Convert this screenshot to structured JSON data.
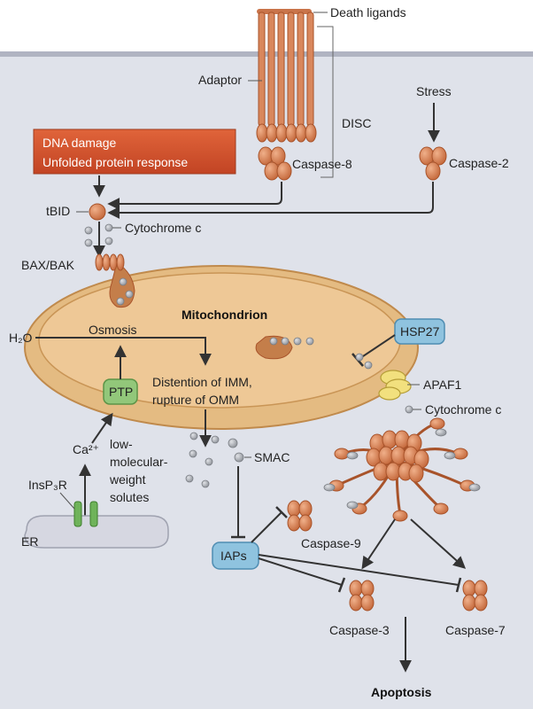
{
  "labels": {
    "death_ligands": "Death ligands",
    "adaptor": "Adaptor",
    "disc": "DISC",
    "stress": "Stress",
    "caspase8": "Caspase-8",
    "caspase2": "Caspase-2",
    "dna_damage": "DNA damage",
    "unfolded_protein": "Unfolded protein response",
    "tbid": "tBID",
    "cytochrome_c_top": "Cytochrome c",
    "bax_bak": "BAX/BAK",
    "mitochondrion": "Mitochondrion",
    "h2o": "H₂O",
    "osmosis": "Osmosis",
    "distention_1": "Distention of IMM,",
    "distention_2": "rupture of OMM",
    "ptp": "PTP",
    "hsp27": "HSP27",
    "apaf1": "APAF1",
    "cytochrome_c_right": "Cytochrome c",
    "ca2": "Ca²⁺",
    "lmw_1": "low-",
    "lmw_2": "molecular-",
    "lmw_3": "weight",
    "lmw_4": "solutes",
    "smac": "SMAC",
    "insp3r": "InsP₃R",
    "er": "ER",
    "caspase9": "Caspase-9",
    "iaps": "IAPs",
    "caspase3": "Caspase-3",
    "caspase7": "Caspase-7",
    "apoptosis": "Apoptosis"
  },
  "colors": {
    "cell_interior": "#dfe2ea",
    "membrane": "#b0b4c2",
    "mitochondrion": "#e4bb82",
    "mito_outline": "#c08a4c",
    "protein": "#d77f4f",
    "protein_dark": "#a8532a",
    "damage_box": "#d8532e",
    "ptp_green": "#92c77a",
    "blue_box": "#8fc3df",
    "grey_dot": "#a4a8ae",
    "apaf1_yellow": "#f2e07e",
    "er": "#d6d7e1",
    "arrow": "#333333"
  }
}
